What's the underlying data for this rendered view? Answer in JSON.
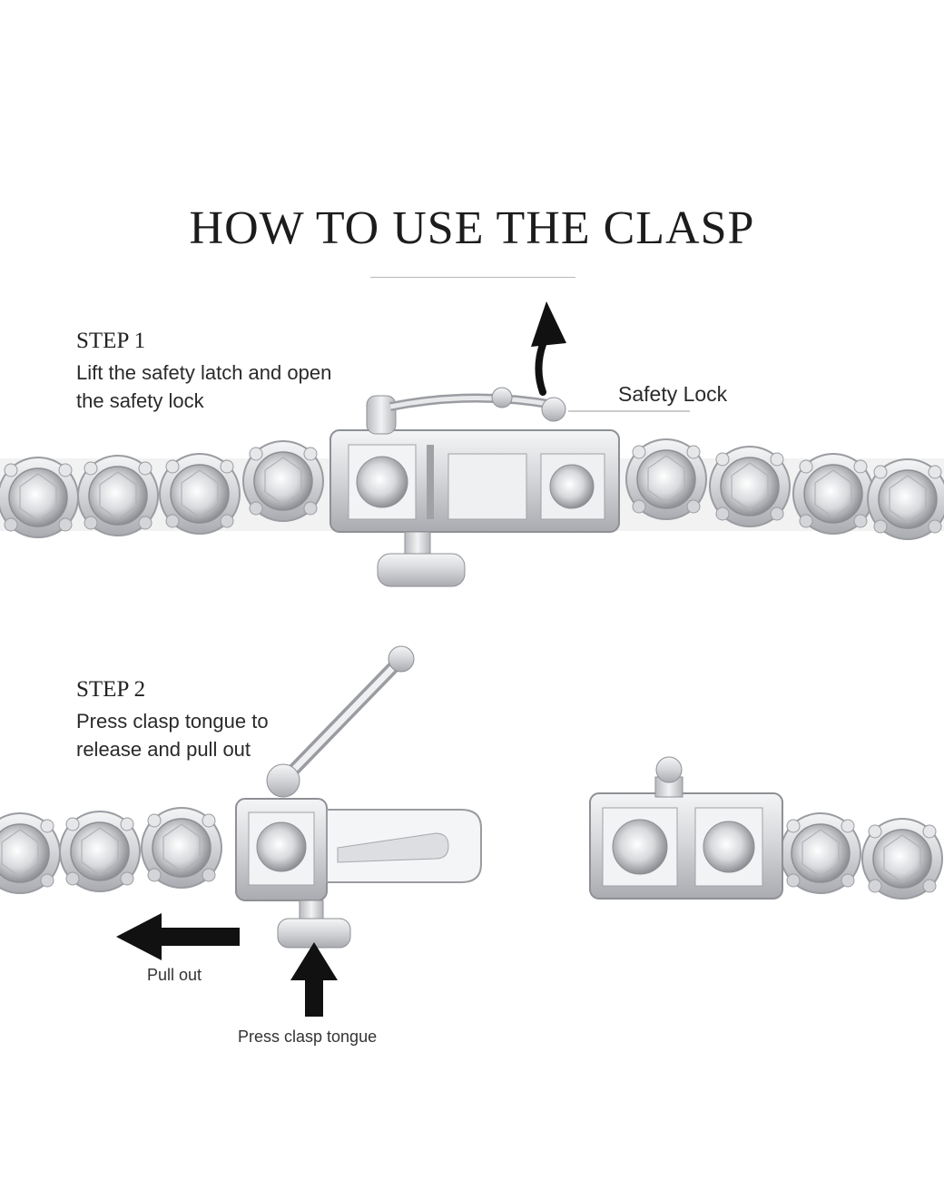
{
  "title": "HOW TO USE THE CLASP",
  "step1": {
    "heading": "STEP 1",
    "line1": "Lift the safety latch and open",
    "line2": "the safety lock",
    "callout": "Safety Lock"
  },
  "step2": {
    "heading": "STEP 2",
    "line1": "Press clasp tongue to",
    "line2": "release and pull out",
    "pull_label": "Pull out",
    "press_label": "Press clasp tongue"
  },
  "colors": {
    "metal_light": "#e9eaec",
    "metal_mid": "#c9cbce",
    "metal_dark": "#8e9095",
    "arrow": "#111111"
  },
  "icons": {
    "arrow_up_curved": "curved-up-arrow-icon",
    "arrow_left": "left-arrow-icon",
    "arrow_up": "up-arrow-icon"
  }
}
